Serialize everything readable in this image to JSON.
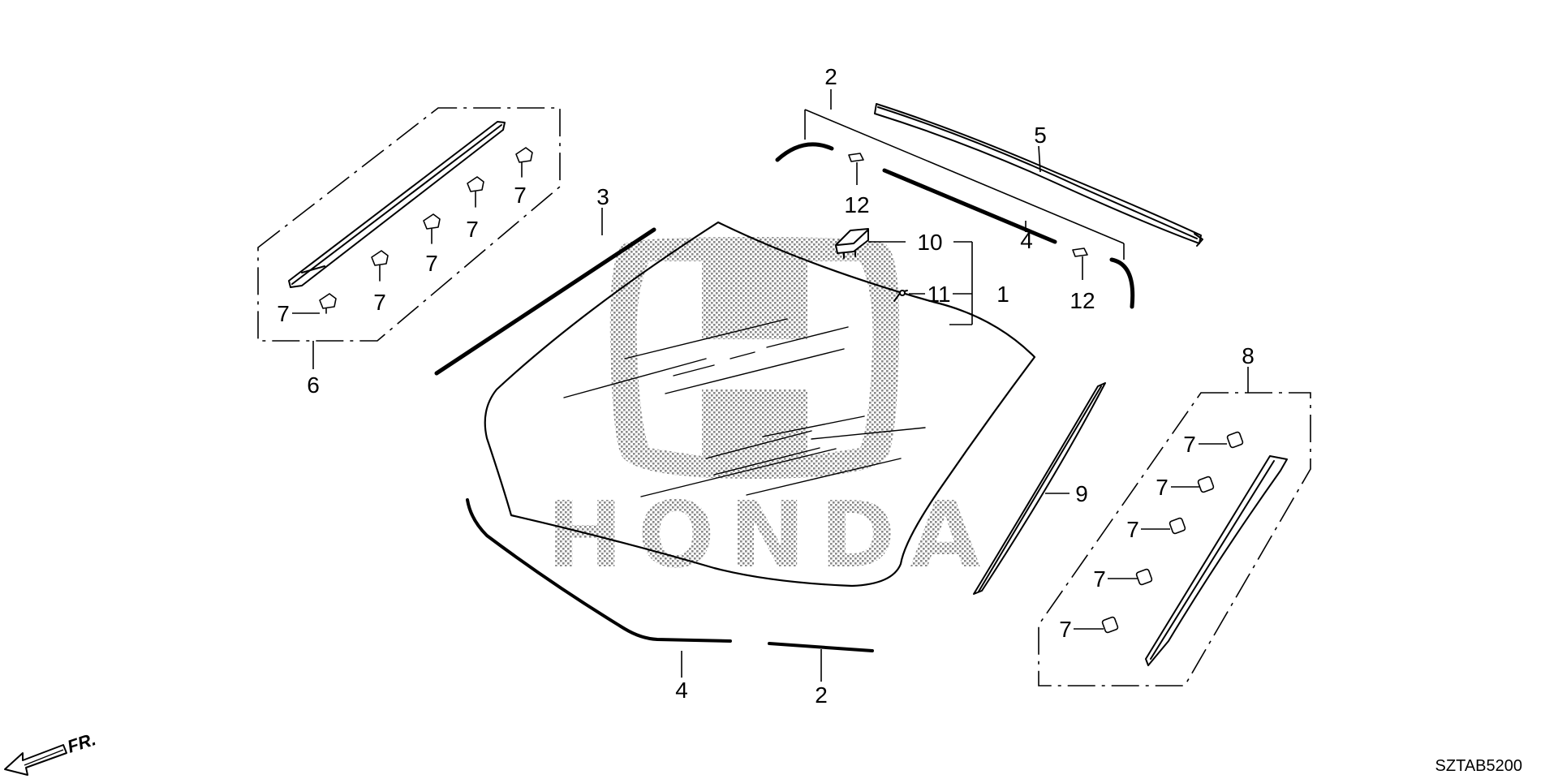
{
  "diagram": {
    "code": "SZTAB5200",
    "direction_label": "FR.",
    "watermark": {
      "logo": "honda-h-logo",
      "text": "HONDA"
    },
    "callouts": {
      "p1": "1",
      "p2_top": "2",
      "p2_bottom": "2",
      "p3": "3",
      "p4_right": "4",
      "p4_bottom": "4",
      "p5": "5",
      "p6": "6",
      "p7_l1": "7",
      "p7_l2": "7",
      "p7_l3": "7",
      "p7_l4": "7",
      "p7_l5": "7",
      "p7_r1": "7",
      "p7_r2": "7",
      "p7_r3": "7",
      "p7_r4": "7",
      "p7_r5": "7",
      "p8": "8",
      "p9": "9",
      "p10": "10",
      "p11": "11",
      "p12_left": "12",
      "p12_right": "12"
    }
  }
}
